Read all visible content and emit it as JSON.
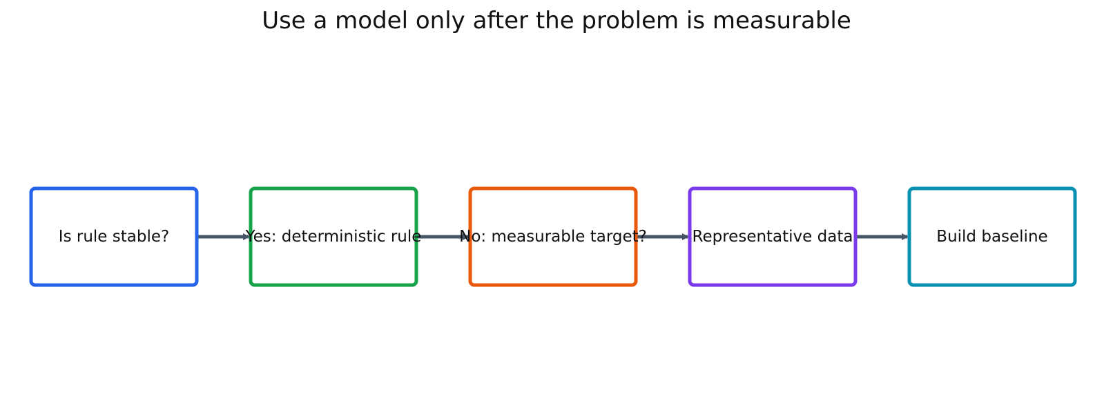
{
  "title": "Use a model only after the problem is measurable",
  "nodes": [
    {
      "id": "rule-stable",
      "label": "Is rule stable?",
      "color": "#2563eb"
    },
    {
      "id": "deterministic-rule",
      "label": "Yes: deterministic rule",
      "color": "#16a34a"
    },
    {
      "id": "measurable-target",
      "label": "No: measurable target?",
      "color": "#ea580c"
    },
    {
      "id": "representative-data",
      "label": "Representative data",
      "color": "#7c3aed"
    },
    {
      "id": "build-baseline",
      "label": "Build baseline",
      "color": "#0891b2"
    }
  ],
  "edges": [
    {
      "from": "rule-stable",
      "to": "deterministic-rule"
    },
    {
      "from": "deterministic-rule",
      "to": "measurable-target"
    },
    {
      "from": "measurable-target",
      "to": "representative-data"
    },
    {
      "from": "representative-data",
      "to": "build-baseline"
    }
  ],
  "arrow_color": "#475569"
}
